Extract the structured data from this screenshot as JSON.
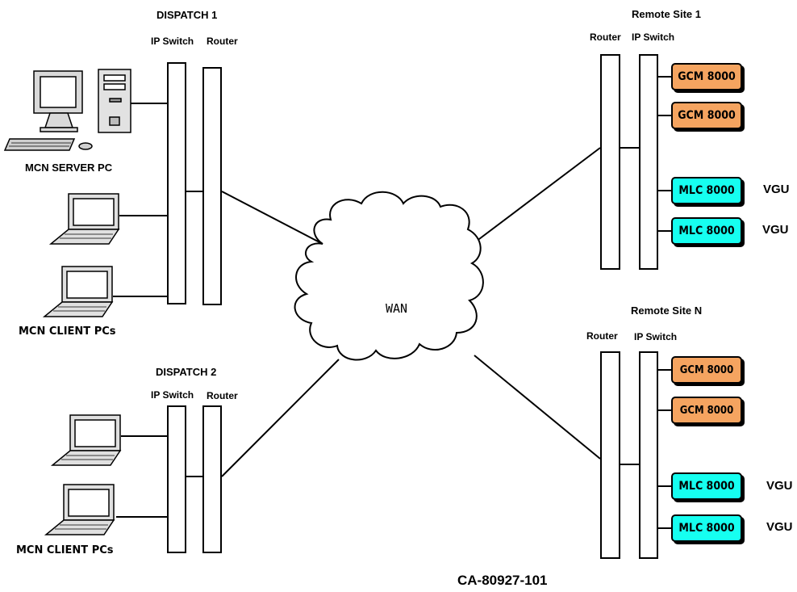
{
  "dispatch1": {
    "title": "DISPATCH 1",
    "ip_switch": "IP Switch",
    "router": "Router",
    "server_label": "MCN SERVER PC",
    "clients_label": "MCN CLIENT PCs"
  },
  "dispatch2": {
    "title": "DISPATCH 2",
    "ip_switch": "IP Switch",
    "router": "Router",
    "clients_label": "MCN CLIENT PCs"
  },
  "wan": {
    "label": "WAN"
  },
  "site1": {
    "title": "Remote Site 1",
    "router": "Router",
    "ip_switch": "IP Switch",
    "gcm": [
      "GCM 8000",
      "GCM 8000"
    ],
    "mlc": [
      "MLC 8000",
      "MLC 8000"
    ],
    "vgu": [
      "VGU",
      "VGU"
    ]
  },
  "siteN": {
    "title": "Remote Site N",
    "router": "Router",
    "ip_switch": "IP Switch",
    "gcm": [
      "GCM 8000",
      "GCM 8000"
    ],
    "mlc": [
      "MLC 8000",
      "MLC 8000"
    ],
    "vgu": [
      "VGU",
      "VGU"
    ]
  },
  "figure_id": "CA-80927-101",
  "colors": {
    "gcm_fill": "#f5a460",
    "mlc_fill": "#16fff0",
    "line": "#000000"
  },
  "icons": [
    "desktop-pc-icon",
    "tower-case-icon",
    "keyboard-icon",
    "mouse-icon",
    "laptop-icon",
    "cloud-icon"
  ]
}
